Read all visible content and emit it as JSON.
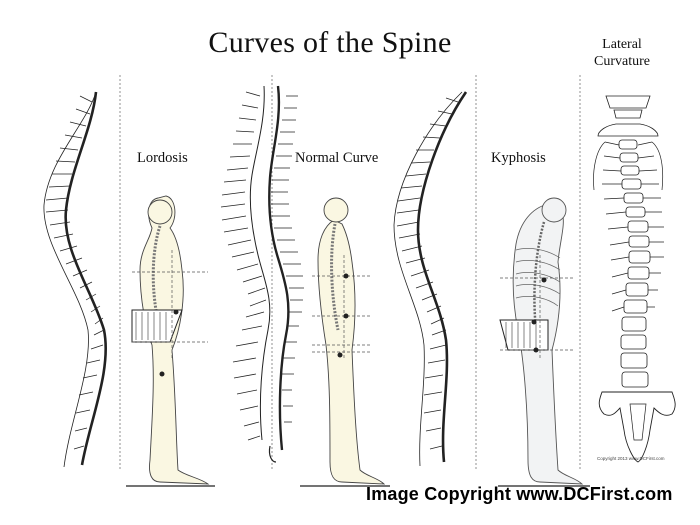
{
  "title": "Curves of the Spine",
  "lateral": {
    "line1": "Lateral",
    "line2": "Curvature"
  },
  "labels": {
    "lordosis": "Lordosis",
    "normal": "Normal Curve",
    "kyphosis": "Kyphosis"
  },
  "small_copyright": "Copyright 2013 www.DCFirst.com",
  "copyright": "Image Copyright www.DCFirst.com",
  "colors": {
    "figure_fill": "#faf7e2",
    "line": "#222222",
    "guide": "#555555"
  }
}
